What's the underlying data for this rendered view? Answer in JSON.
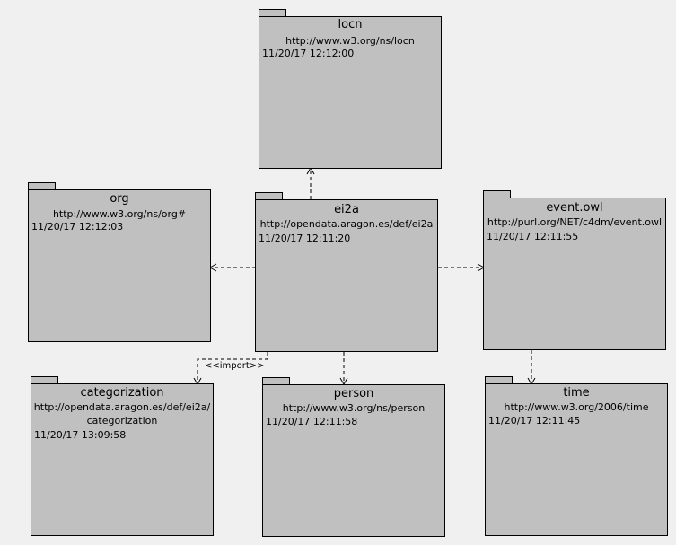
{
  "packages": {
    "locn": {
      "name": "locn",
      "uri": "http://www.w3.org/ns/locn",
      "date": "11/20/17 12:12:00"
    },
    "org": {
      "name": "org",
      "uri": "http://www.w3.org/ns/org#",
      "date": "11/20/17 12:12:03"
    },
    "ei2a": {
      "name": "ei2a",
      "uri": "http://opendata.aragon.es/def/ei2a",
      "date": "11/20/17 12:11:20"
    },
    "event": {
      "name": "event.owl",
      "uri": "http://purl.org/NET/c4dm/event.owl",
      "date": "11/20/17 12:11:55"
    },
    "categorization": {
      "name": "categorization",
      "uri_line1": "http://opendata.aragon.es/def/ei2a/",
      "uri_line2": "categorization",
      "date": "11/20/17 13:09:58"
    },
    "person": {
      "name": "person",
      "uri": "http://www.w3.org/ns/person",
      "date": "11/20/17 12:11:58"
    },
    "time": {
      "name": "time",
      "uri": "http://www.w3.org/2006/time",
      "date": "11/20/17 12:11:45"
    }
  },
  "relations": {
    "import_label": "<<import>>"
  },
  "colors": {
    "background": "#f0f0f0",
    "package_fill": "#c0c0c0",
    "line": "#000000"
  }
}
